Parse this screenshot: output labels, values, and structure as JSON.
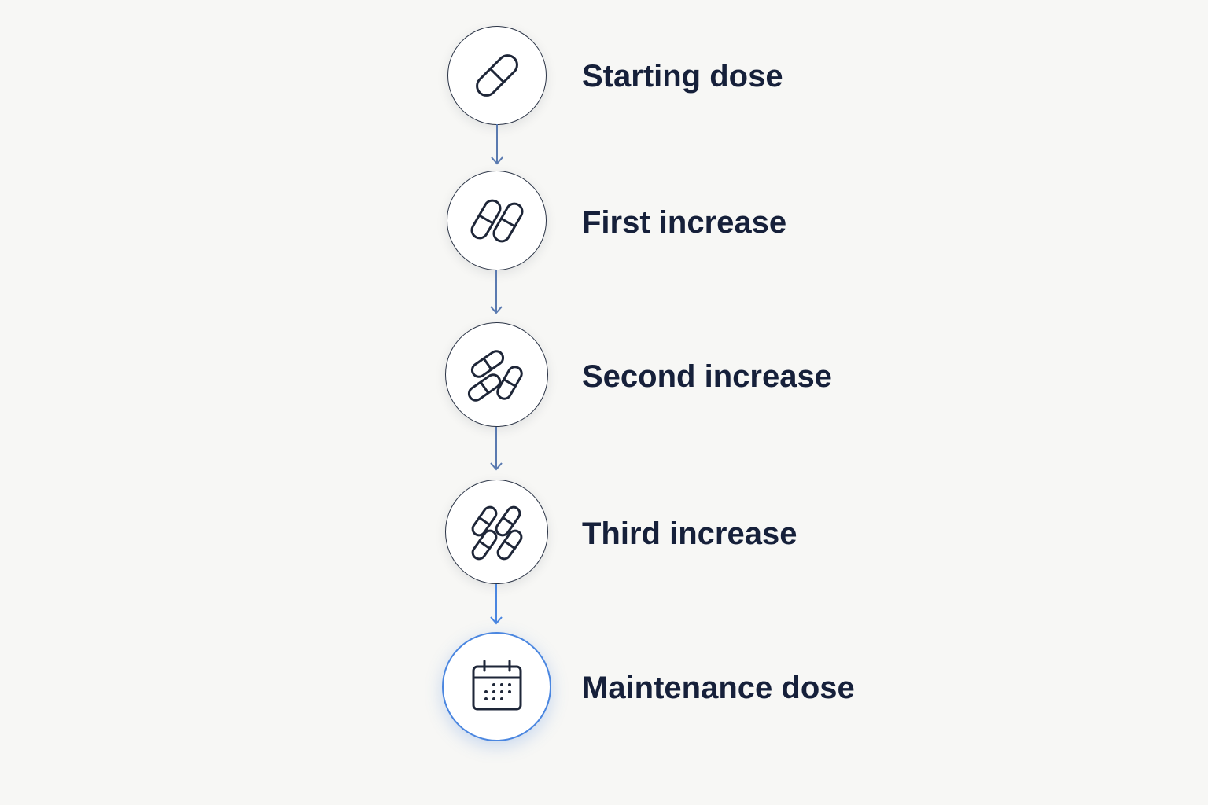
{
  "steps": [
    {
      "label": "Starting dose",
      "icon": "single-pill-icon"
    },
    {
      "label": "First increase",
      "icon": "two-pills-icon"
    },
    {
      "label": "Second increase",
      "icon": "three-pills-icon"
    },
    {
      "label": "Third increase",
      "icon": "four-pills-icon"
    },
    {
      "label": "Maintenance dose",
      "icon": "calendar-icon"
    }
  ],
  "colors": {
    "background": "#f7f7f5",
    "stroke": "#2b3446",
    "text": "#16203a",
    "connector": "#5a7ab0",
    "accent": "#4a86e0"
  }
}
